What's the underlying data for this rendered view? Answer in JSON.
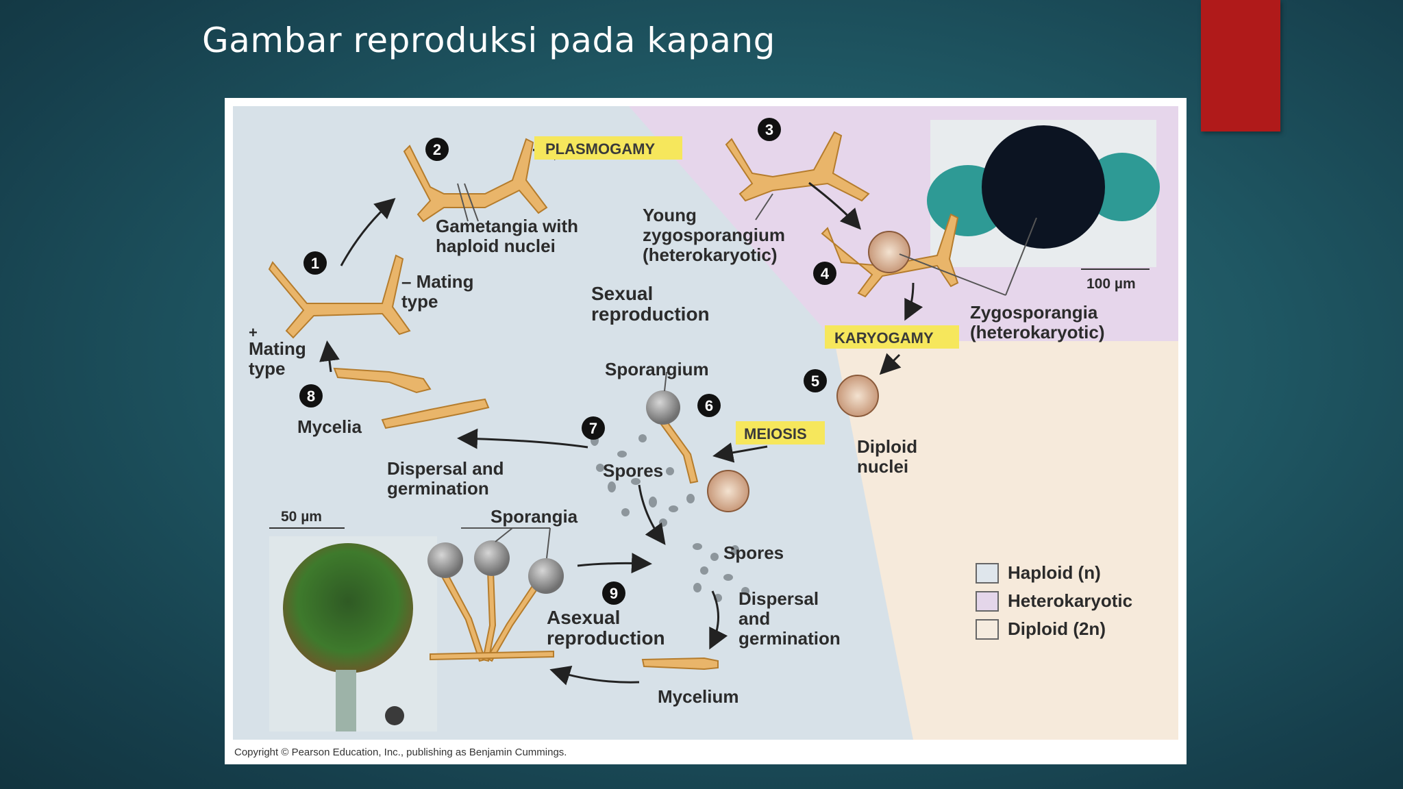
{
  "slide": {
    "title": "Gambar reproduksi pada kapang",
    "accent_color": "#b01a1a"
  },
  "figure": {
    "steps": [
      "1",
      "2",
      "3",
      "4",
      "5",
      "6",
      "7",
      "8",
      "9"
    ],
    "labels": {
      "plasmogamy": "PLASMOGAMY",
      "karyogamy": "KARYOGAMY",
      "meiosis": "MEIOSIS",
      "gametangia_l1": "Gametangia with",
      "gametangia_l2": "haploid nuclei",
      "young_l1": "Young",
      "young_l2": "zygosporangium",
      "young_l3": "(heterokaryotic)",
      "minus_mating_l1": "– Mating",
      "minus_mating_l2": "type",
      "plus_mating_l1": "+",
      "plus_mating_l2": "Mating",
      "plus_mating_l3": "type",
      "sexual_l1": "Sexual",
      "sexual_l2": "reproduction",
      "zygosporangia_l1": "Zygosporangia",
      "zygosporangia_l2": "(heterokaryotic)",
      "scale_100": "100 µm",
      "sporangium": "Sporangium",
      "mycelia": "Mycelia",
      "spores_1": "Spores",
      "dispersal_1_l1": "Dispersal and",
      "dispersal_1_l2": "germination",
      "diploid_l1": "Diploid",
      "diploid_l2": "nuclei",
      "scale_50": "50 µm",
      "sporangia": "Sporangia",
      "spores_2": "Spores",
      "asexual_l1": "Asexual",
      "asexual_l2": "reproduction",
      "dispersal_2_l1": "Dispersal",
      "dispersal_2_l2": "and",
      "dispersal_2_l3": "germination",
      "mycelium": "Mycelium",
      "copyright": "Copyright © Pearson Education, Inc., publishing as Benjamin Cummings."
    },
    "legend": [
      {
        "label": "Haploid (n)",
        "color": "#dfe6ec"
      },
      {
        "label": "Heterokaryotic",
        "color": "#e4d6ea"
      },
      {
        "label": "Diploid (2n)",
        "color": "#f6ecdf"
      }
    ],
    "colors": {
      "haploid_bg": "#d7e1e8",
      "heterokaryotic_bg": "#e6d6eb",
      "diploid_bg": "#f6eadb",
      "hypha": "#e9b56a",
      "tag_bg": "#f6e75c"
    }
  }
}
